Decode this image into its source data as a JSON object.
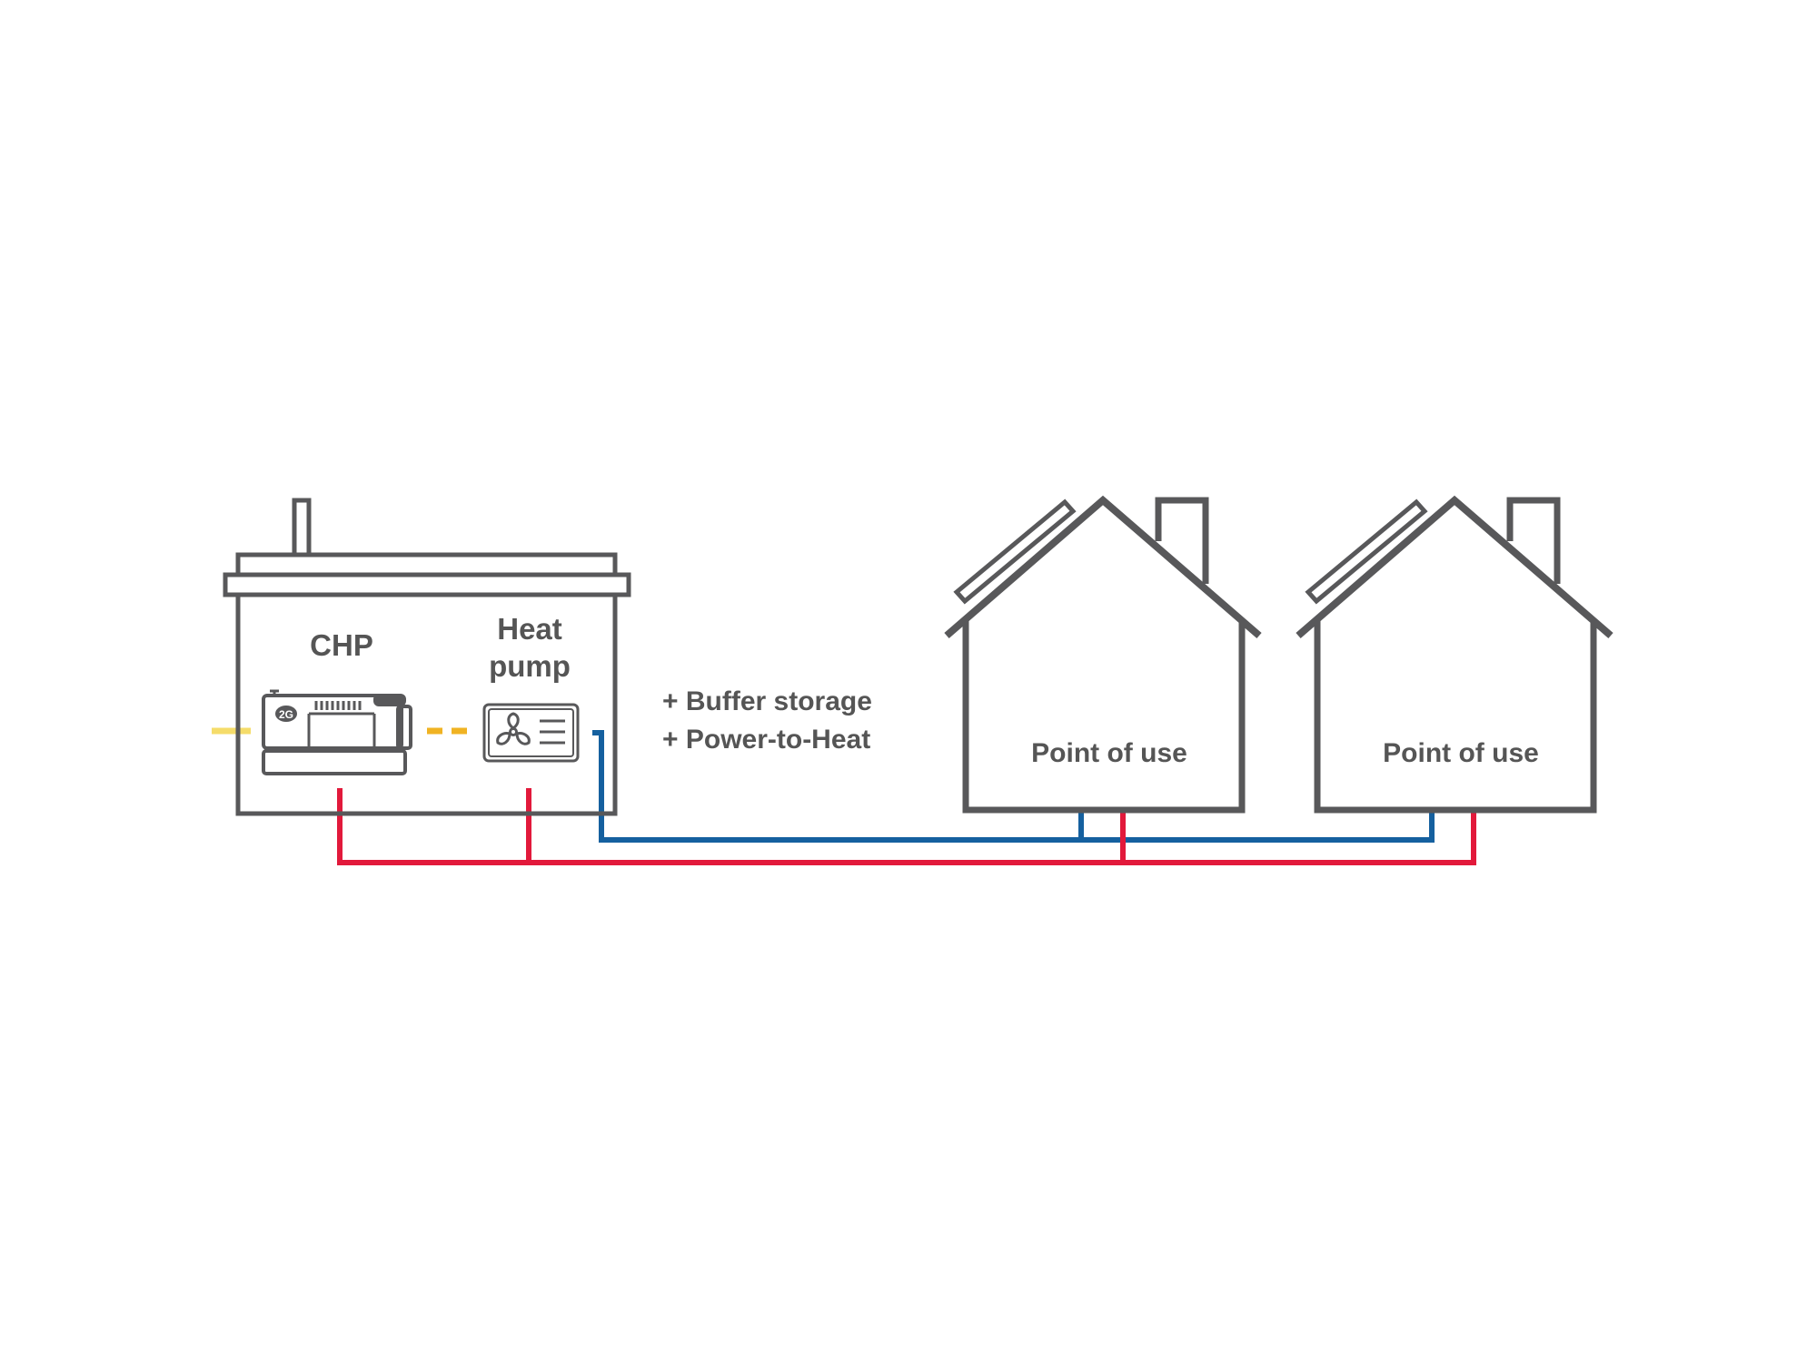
{
  "plant": {
    "chp_label": "CHP",
    "heat_pump_label_line1": "Heat",
    "heat_pump_label_line2": "pump",
    "chp_logo_text": "2G"
  },
  "options": [
    "+ Buffer storage",
    "+ Power-to-Heat"
  ],
  "houses": [
    {
      "label": "Point of use"
    },
    {
      "label": "Point of use"
    }
  ],
  "colors": {
    "outline": "#58585a",
    "supply_pipe": "#e2193b",
    "return_pipe": "#15609f",
    "power_line_yellow": "#f5dc6a",
    "power_line_orange": "#f0b323",
    "text": "#555555"
  }
}
